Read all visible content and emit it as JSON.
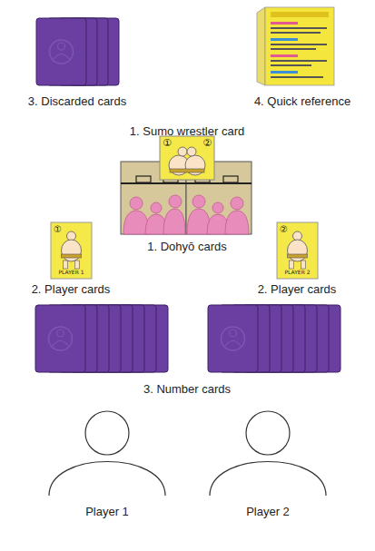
{
  "diagram": {
    "nodes": [
      {
        "text": [
          "①",
          "②"
        ]
      },
      {
        "text": [
          "①",
          "PLAYER 1"
        ]
      },
      {
        "text": [
          "②",
          "PLAYER 2"
        ]
      }
    ],
    "labels": [
      "3. Discarded cards",
      "4. Quick reference",
      "1. Sumo wrestler card",
      "1. Dohyō cards",
      "2. Player cards",
      "2. Player cards",
      "3. Number cards",
      "Player 1",
      "Player 2"
    ]
  }
}
